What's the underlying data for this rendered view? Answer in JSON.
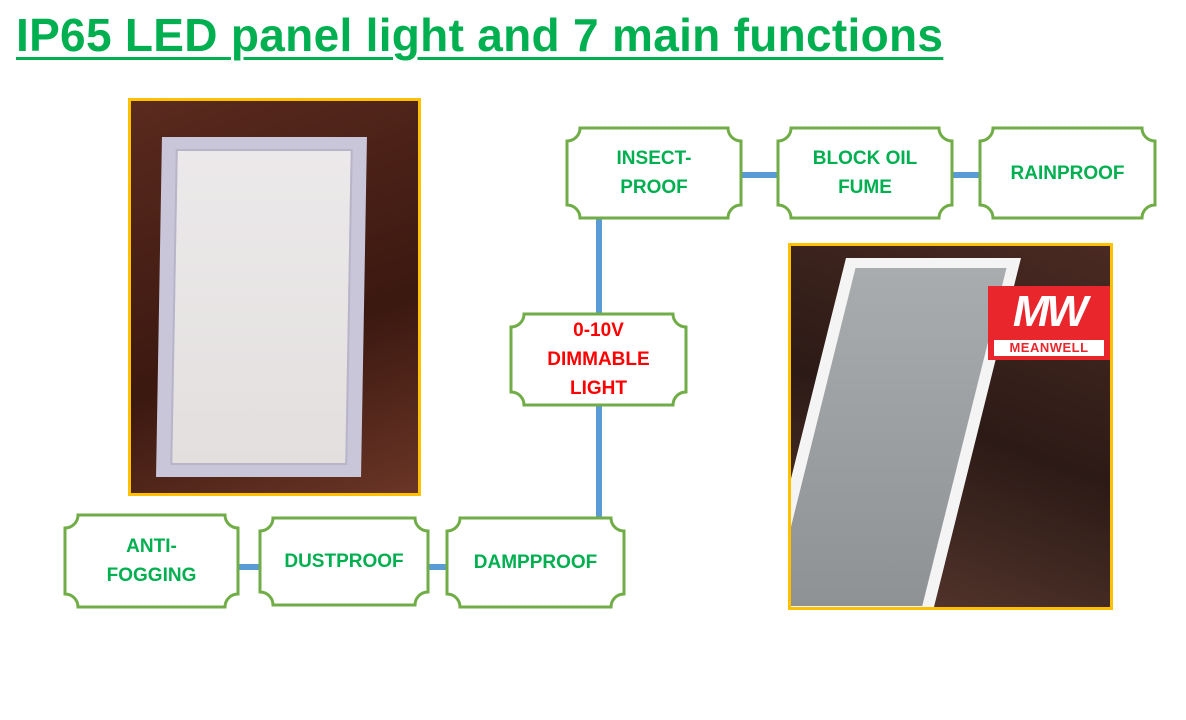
{
  "title": "IP65 LED panel light and 7 main functions",
  "functions": {
    "insect_proof": "INSECT-\nPROOF",
    "block_oil_fume": "BLOCK OIL\nFUME",
    "rainproof": "RAINPROOF",
    "dimmable": "0-10V\nDIMMABLE\nLIGHT",
    "anti_fogging": "ANTI-\nFOGGING",
    "dustproof": "DUSTPROOF",
    "dampproof": "DAMPPROOF"
  },
  "logo": {
    "mark": "MW",
    "name": "MEANWELL"
  },
  "colors": {
    "title": "#00B050",
    "box_border": "#70AD47",
    "connector": "#5B9BD5",
    "photo_border": "#FFC000",
    "highlight": "#FF0000"
  }
}
